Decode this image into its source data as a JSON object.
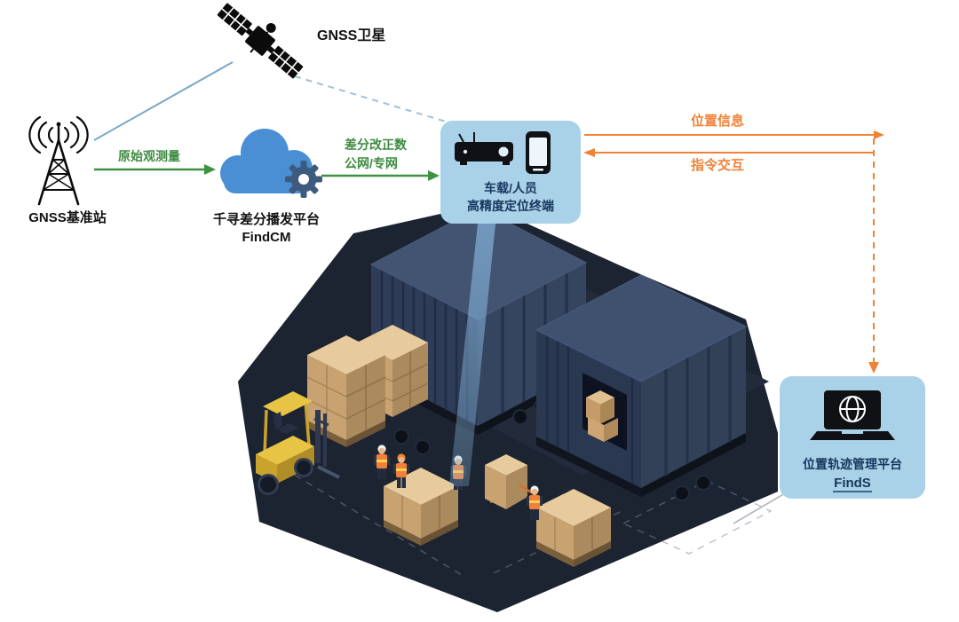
{
  "labels": {
    "satellite": "GNSS卫星",
    "base_station": "GNSS基准站",
    "cloud_platform_line1": "千寻差分播发平台",
    "cloud_platform_line2": "FindCM",
    "raw_observation": "原始观测量",
    "correction_line1": "差分改正数",
    "correction_line2": "公网/专网",
    "terminal_line1": "车载/人员",
    "terminal_line2": "高精度定位终端",
    "position_info": "位置信息",
    "command_interaction": "指令交互",
    "track_platform_line1": "位置轨迹管理平台",
    "track_platform_line2": "FindS"
  },
  "colors": {
    "arrow_green": "#3f9142",
    "arrow_orange": "#f08238",
    "panel_blue": "#a9d2e8",
    "text_navy": "#17365d",
    "link_blue": "#7aa7c7",
    "beam_blue": "#7fb6e3",
    "scene_ground": "#1c2331",
    "container_navy": "#2e3c58",
    "carton_tan": "#e8cb9d",
    "forklift_yellow": "#e8c445"
  }
}
